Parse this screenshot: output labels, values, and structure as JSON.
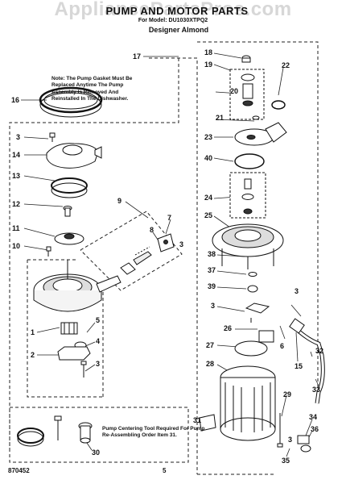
{
  "header": {
    "watermark": "AppliancePartsPros.com",
    "title": "PUMP AND MOTOR PARTS",
    "subtitle": "For Model: DU1030XTPQ2",
    "variant": "Designer Almond"
  },
  "notes": {
    "gasket_note": "Note: The Pump Gasket Must Be Replaced Anytime The Pump Assembly Is Removed And Reinstalled In The Dishwasher.",
    "centering_tool_note": "Pump Centering Tool Required For Pump Re-Assembling Order Item 31."
  },
  "footer": {
    "code": "870452",
    "page": "5"
  },
  "callouts": {
    "c1": "1",
    "c2": "2",
    "c3a": "3",
    "c3b": "3",
    "c3c": "3",
    "c3d": "3",
    "c3e": "3",
    "c3f": "3",
    "c4": "4",
    "c5": "5",
    "c6": "6",
    "c7": "7",
    "c8": "8",
    "c9": "9",
    "c10": "10",
    "c11": "11",
    "c12": "12",
    "c13": "13",
    "c14": "14",
    "c15": "15",
    "c16": "16",
    "c17": "17",
    "c18": "18",
    "c19": "19",
    "c20": "20",
    "c21": "21",
    "c22": "22",
    "c23": "23",
    "c24": "24",
    "c25": "25",
    "c26": "26",
    "c27": "27",
    "c28": "28",
    "c29": "29",
    "c30": "30",
    "c31": "31",
    "c32": "32",
    "c33": "33",
    "c34": "34",
    "c35": "35",
    "c36": "36",
    "c37": "37",
    "c38": "38",
    "c39": "39",
    "c40": "40"
  }
}
